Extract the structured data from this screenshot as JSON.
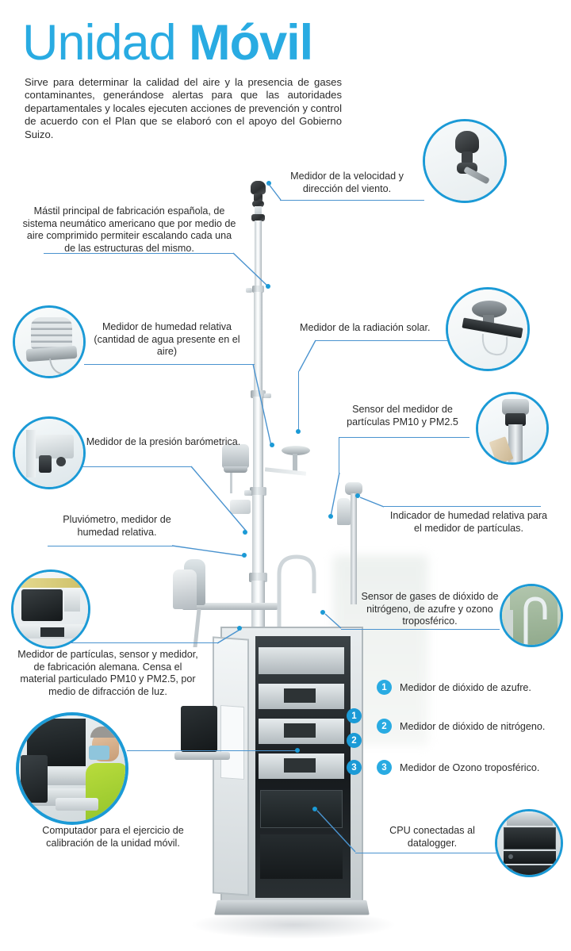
{
  "header": {
    "title_light": "Unidad ",
    "title_bold": "Móvil",
    "title_color": "#29ABE2",
    "intro": "Sirve para determinar la calidad del aire y la presencia de gases contaminantes, generándose alertas para que las autoridades departamentales y locales ejecuten acciones de prevención y control de acuerdo con el Plan que se elaboró con el apoyo del Gobierno Suizo."
  },
  "theme": {
    "accent": "#29ABE2",
    "leader_line": "#4a93cf",
    "dot": "#1b9ad6",
    "text": "#2b2b2b"
  },
  "callouts": {
    "wind": "Medidor de la velocidad y dirección del viento.",
    "mast": "Mástil principal de fabricación española, de sistema neumático americano que por medio de aire comprimido permiteir escalando cada una de las estructuras del mismo.",
    "humidity": "Medidor de humedad relativa (cantidad de agua presente en el aire)",
    "solar": "Medidor de la radiación solar.",
    "pressure": "Medidor de la presión barómetrica.",
    "pm_sensor": "Sensor del medidor de partículas PM10 y PM2.5",
    "rain": "Pluviómetro, medidor de humedad relativa.",
    "humidity_indicator": "Indicador de humedad relativa para el medidor de partículas.",
    "gas_sensor": "Sensor de gases de dióxido de nitrógeno, de azufre y ozono troposférico.",
    "particles": "Medidor de partículas, sensor y medidor, de fabricación alemana. Censa el material particulado PM10 y PM2.5, por medio de difracción de luz.",
    "computer": "Computador para el ejercicio de calibración de la unidad móvil.",
    "cpu": "CPU conectadas al datalogger."
  },
  "legend": [
    {
      "num": "1",
      "label": "Medidor de dióxido de azufre."
    },
    {
      "num": "2",
      "label": "Medidor de dióxido de nitrógeno."
    },
    {
      "num": "3",
      "label": "Medidor de Ozono troposférico."
    }
  ],
  "rack_badges": [
    {
      "num": "1"
    },
    {
      "num": "2"
    },
    {
      "num": "3"
    }
  ],
  "photo_labels": {
    "wind_bubble": "anemometer-photo",
    "solar_bubble": "pyranometer-photo",
    "humidity_bubble": "humidity-sensor-photo",
    "pressure_bubble": "barometer-photo",
    "pm_bubble": "pm-sensor-photo",
    "particles_bubble": "particle-analyzer-photo",
    "gas_bubble": "gas-sensor-photo",
    "computer_bubble": "technician-computer-photo",
    "cpu_bubble": "cpu-datalogger-photo",
    "main": "mobile-unit-photo"
  }
}
